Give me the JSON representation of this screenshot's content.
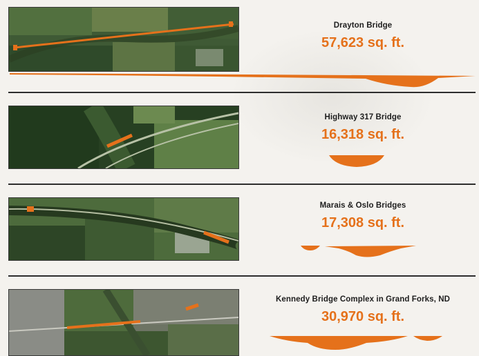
{
  "bridges": [
    {
      "name": "Drayton Bridge",
      "area": "57,623 sq. ft."
    },
    {
      "name": "Highway 317 Bridge",
      "area": "16,318 sq. ft."
    },
    {
      "name": "Marais & Oslo Bridges",
      "area": "17,308 sq. ft."
    },
    {
      "name": "Kennedy Bridge Complex in Grand Forks, ND",
      "area": "30,970 sq. ft."
    }
  ],
  "colors": {
    "accent": "#e5711b",
    "text": "#1e1e1e",
    "rule": "#2d2d2d"
  }
}
